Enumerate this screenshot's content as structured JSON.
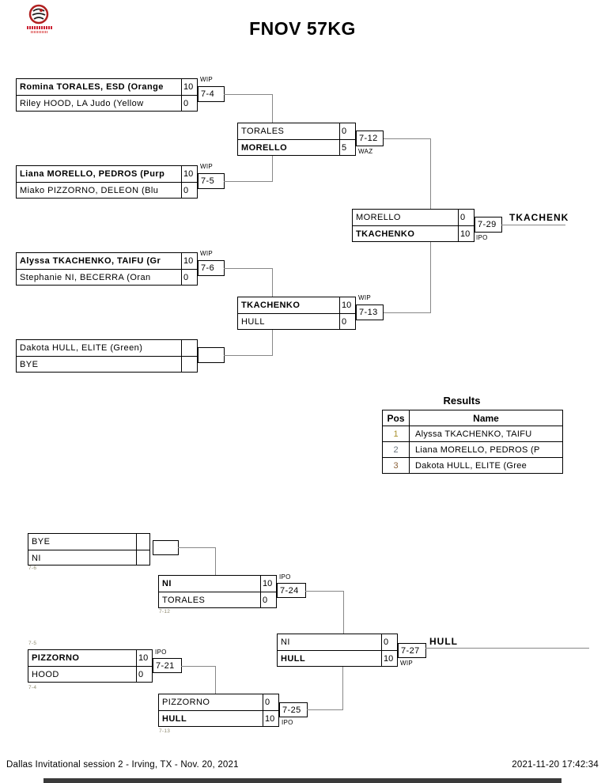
{
  "title": "FNOV 57KG",
  "bracket": {
    "m1": {
      "top_name": "Romina TORALES, ESD (Orange",
      "top_score": "10",
      "bottom_name": "Riley HOOD, LA Judo (Yellow",
      "bottom_score": "0",
      "match_no": "7-4",
      "win_type": "WIP"
    },
    "m2": {
      "top_name": "Liana MORELLO, PEDROS (Purp",
      "top_score": "10",
      "bottom_name": "Miako PIZZORNO, DELEON (Blu",
      "bottom_score": "0",
      "match_no": "7-5",
      "win_type": "WIP"
    },
    "m3": {
      "top_name": "Alyssa TKACHENKO, TAIFU (Gr",
      "top_score": "10",
      "bottom_name": "Stephanie NI, BECERRA (Oran",
      "bottom_score": "0",
      "match_no": "7-6",
      "win_type": "WIP"
    },
    "m4": {
      "top_name": "Dakota HULL, ELITE (Green)",
      "top_score": "",
      "bottom_name": "BYE",
      "bottom_score": "",
      "match_no": "",
      "win_type": ""
    },
    "sf1": {
      "top_name": "TORALES",
      "top_score": "0",
      "bottom_name": "MORELLO",
      "bottom_score": "5",
      "match_no": "7-12",
      "win_type": "WAZ"
    },
    "sf2": {
      "top_name": "TKACHENKO",
      "top_score": "10",
      "bottom_name": "HULL",
      "bottom_score": "0",
      "match_no": "7-13",
      "win_type": "WIP"
    },
    "final": {
      "top_name": "MORELLO",
      "top_score": "0",
      "bottom_name": "TKACHENKO",
      "bottom_score": "10",
      "match_no": "7-29",
      "win_type": "IPO",
      "winner": "TKACHENK"
    }
  },
  "results": {
    "title": "Results",
    "col_pos": "Pos",
    "col_name": "Name",
    "rows": [
      {
        "pos": "1",
        "name": "Alyssa TKACHENKO, TAIFU",
        "pos_color": "#a8902a"
      },
      {
        "pos": "2",
        "name": "Liana MORELLO, PEDROS (P",
        "pos_color": "#67727c"
      },
      {
        "pos": "3",
        "name": "Dakota HULL, ELITE (Gree",
        "pos_color": "#8c6239"
      }
    ]
  },
  "repechage": {
    "r1": {
      "top_name": "BYE",
      "top_score": "",
      "bottom_name": "NI",
      "bottom_score": "",
      "match_no": "",
      "win_type": "",
      "from_label": "7-6"
    },
    "r2": {
      "top_name": "NI",
      "top_score": "10",
      "bottom_name": "TORALES",
      "bottom_score": "0",
      "match_no": "7-24",
      "win_type": "IPO",
      "from_label": "7-12"
    },
    "r3": {
      "top_name": "PIZZORNO",
      "top_score": "10",
      "bottom_name": "HOOD",
      "bottom_score": "0",
      "match_no": "7-21",
      "win_type": "IPO",
      "from_top_label": "7-5",
      "from_bottom_label": "7-4"
    },
    "r4": {
      "top_name": "PIZZORNO",
      "top_score": "0",
      "bottom_name": "HULL",
      "bottom_score": "10",
      "match_no": "7-25",
      "win_type": "IPO",
      "from_label": "7-13"
    },
    "final": {
      "top_name": "NI",
      "top_score": "0",
      "bottom_name": "HULL",
      "bottom_score": "10",
      "match_no": "7-27",
      "win_type": "WIP",
      "winner": "HULL"
    }
  },
  "footer": {
    "left": "Dallas Invitational session 2 - Irving, TX - Nov. 20, 2021",
    "right": "2021-11-20 17:42:34"
  },
  "colors": {
    "gold": "#a8902a",
    "silver": "#67727c",
    "bronze": "#8c6239",
    "connector_gray": "#888888",
    "logo_red": "#b02020"
  }
}
